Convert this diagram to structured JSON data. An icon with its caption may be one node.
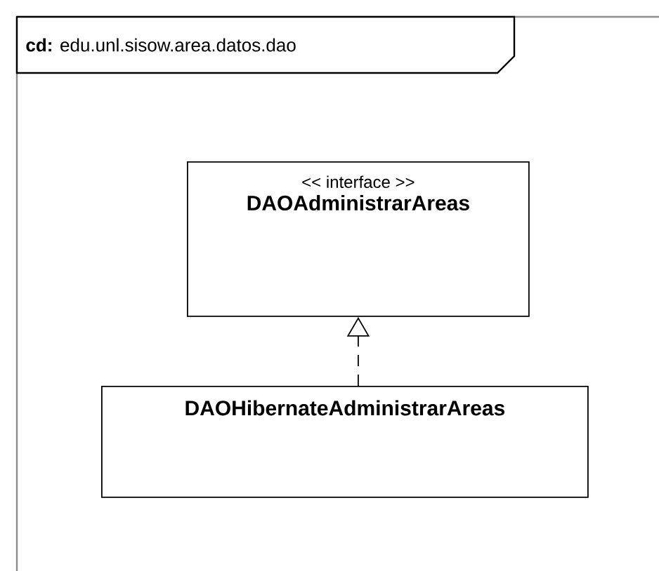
{
  "diagram": {
    "nodes": [
      {
        "text": [
          "**cd:** edu.unl.sisow.area.datos.dao"
        ]
      },
      {
        "text": [
          "<< interface >>",
          "DAOAdministrarAreas"
        ],
        "in": 0
      },
      {
        "text": [
          "DAOHibernateAdministrarAreas"
        ],
        "in": 0
      }
    ],
    "edges": [
      {
        "from": 2,
        "to": 1,
        "arrow": "to",
        "style": "dashed"
      }
    ]
  }
}
